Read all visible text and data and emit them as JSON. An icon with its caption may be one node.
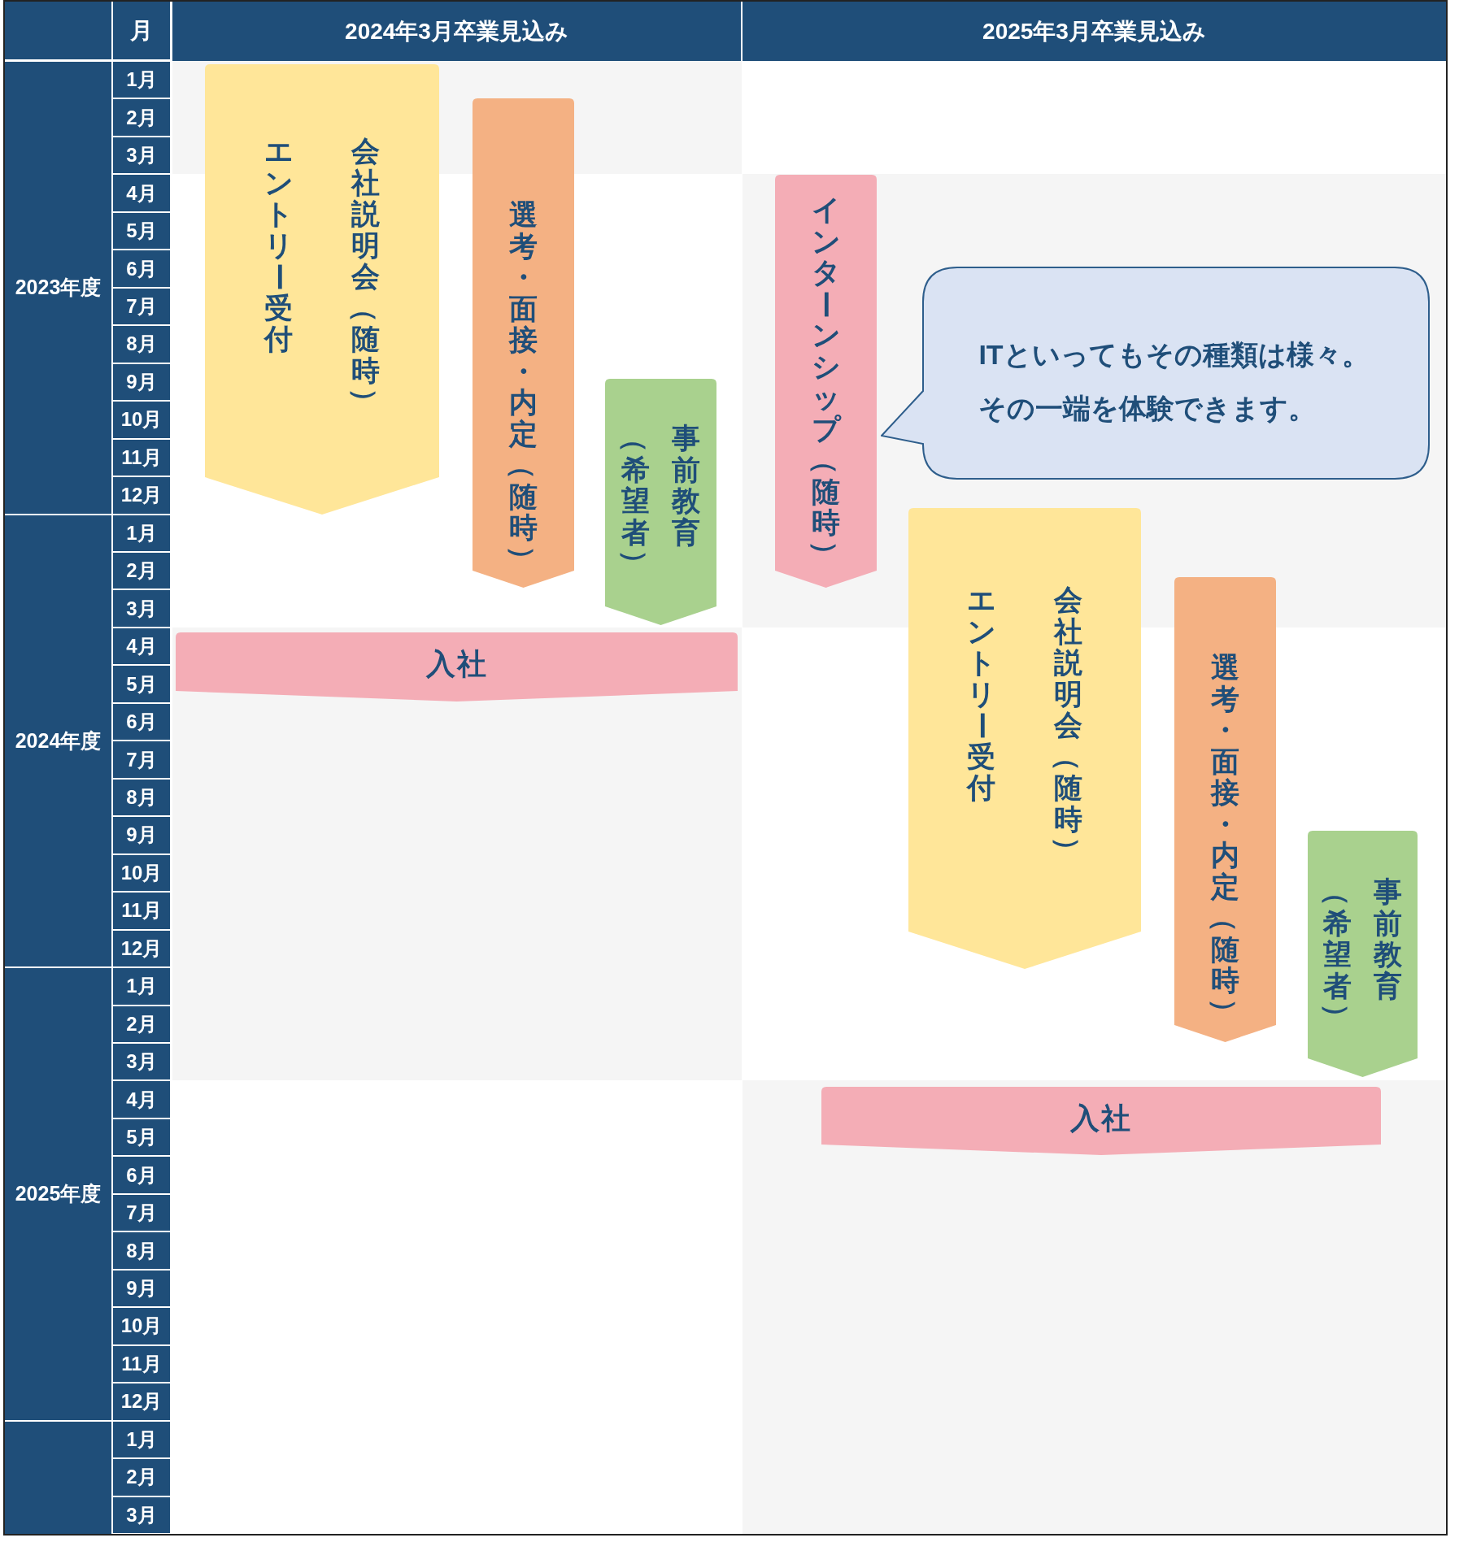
{
  "diagram": {
    "nodes": [
      {
        "text": [
          "会社説明会（随時）",
          "エントリー受付"
        ]
      },
      {
        "text": [
          "選考・面接・内定（随時）"
        ]
      },
      {
        "text": [
          "事前教育",
          "（希望者）"
        ]
      },
      {
        "text": [
          "入社"
        ]
      },
      {
        "text": [
          "インターンシップ（随時）"
        ]
      },
      {
        "text": [
          "ITといってもその種類は様々。その一端を体験できます。"
        ]
      },
      {
        "text": [
          "会社説明会（随時）",
          "エントリー受付"
        ]
      },
      {
        "text": [
          "選考・面接・内定（随時）"
        ]
      },
      {
        "text": [
          "事前教育",
          "（希望者）"
        ]
      },
      {
        "text": [
          "入社"
        ]
      }
    ],
    "labels": [
      "月",
      "2024年3月卒業見込み",
      "2025年3月卒業見込み",
      "2023年度",
      "1月",
      "2月",
      "3月",
      "4月",
      "5月",
      "6月",
      "7月",
      "8月",
      "9月",
      "10月",
      "11月",
      "12月",
      "2024年度",
      "1月",
      "2月",
      "3月",
      "4月",
      "5月",
      "6月",
      "7月",
      "8月",
      "9月",
      "10月",
      "11月",
      "12月",
      "2025年度",
      "1月",
      "2月",
      "3月",
      "4月",
      "5月",
      "6月",
      "7月",
      "8月",
      "9月",
      "10月",
      "11月",
      "12月",
      "1月",
      "2月",
      "3月"
    ]
  }
}
